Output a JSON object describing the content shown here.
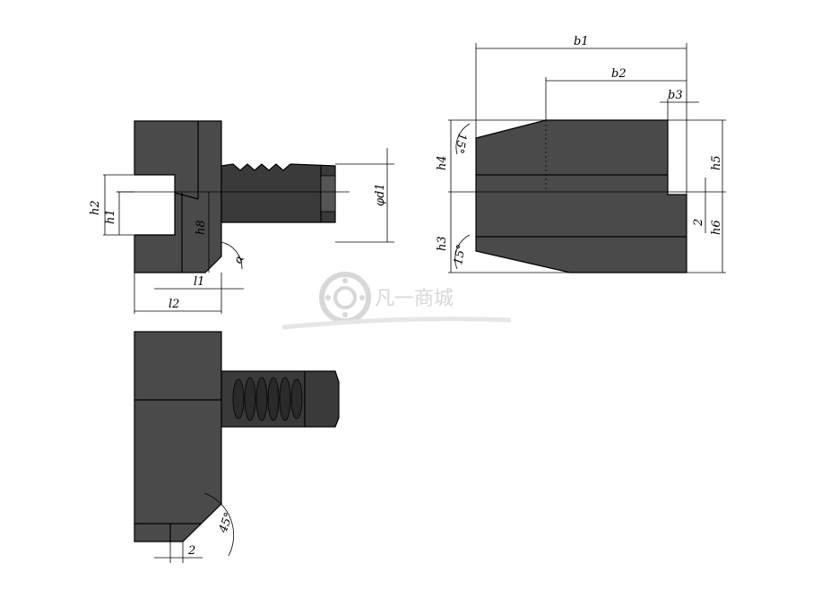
{
  "watermark": {
    "text": "凡一商城",
    "icon": "ring-logo-icon"
  },
  "colors": {
    "body": "#4a4a4a",
    "body_dark": "#3a3a3a",
    "line": "#000000",
    "watermark": "#d8d8d8"
  },
  "views": {
    "front": {
      "labels": {
        "h2": "h2",
        "h1": "h1",
        "h8": "h8",
        "l1": "l1",
        "l2": "l2",
        "alpha": "α",
        "d1": "φd1"
      }
    },
    "side": {
      "labels": {
        "b1": "b1",
        "b2": "b2",
        "b3": "b3",
        "h4": "h4",
        "h5": "h5",
        "h3": "h3",
        "h6": "h6",
        "two": "2",
        "ang_top": "15°",
        "ang_bottom": "15°"
      }
    },
    "top": {
      "labels": {
        "ang45": "45°",
        "two": "2"
      }
    }
  }
}
